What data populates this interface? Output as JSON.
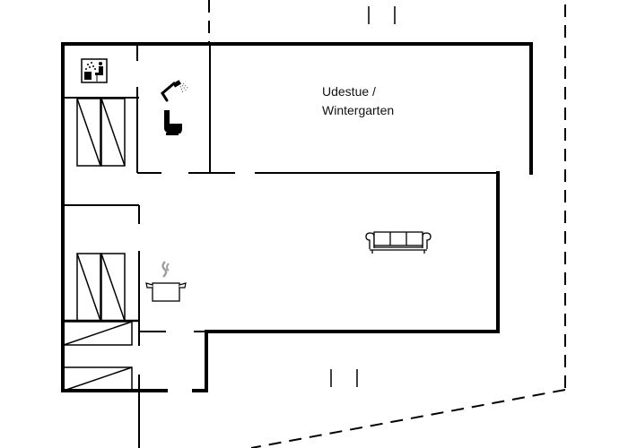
{
  "title": "Floor plan",
  "colors": {
    "background": "#ffffff",
    "wall": "#000000",
    "steam": "#a0a0a0"
  },
  "rooms": [
    {
      "id": "sauna",
      "icon": "sauna-icon"
    },
    {
      "id": "bathroom",
      "icons": [
        "shower-icon",
        "toilet-icon"
      ]
    },
    {
      "id": "sunroom",
      "label_line1": "Udestue /",
      "label_line2": "Wintergarten"
    },
    {
      "id": "living-room",
      "icon": "sofa-icon"
    },
    {
      "id": "kitchen",
      "icon": "cooking-pot-icon"
    },
    {
      "id": "bedroom-1",
      "furniture": "bunk-beds"
    },
    {
      "id": "bedroom-2",
      "furniture": "bunk-beds"
    },
    {
      "id": "bedroom-3",
      "furniture": "single-beds"
    }
  ],
  "labels": {
    "sunroom_line1": "Udestue /",
    "sunroom_line2": "Wintergarten"
  }
}
